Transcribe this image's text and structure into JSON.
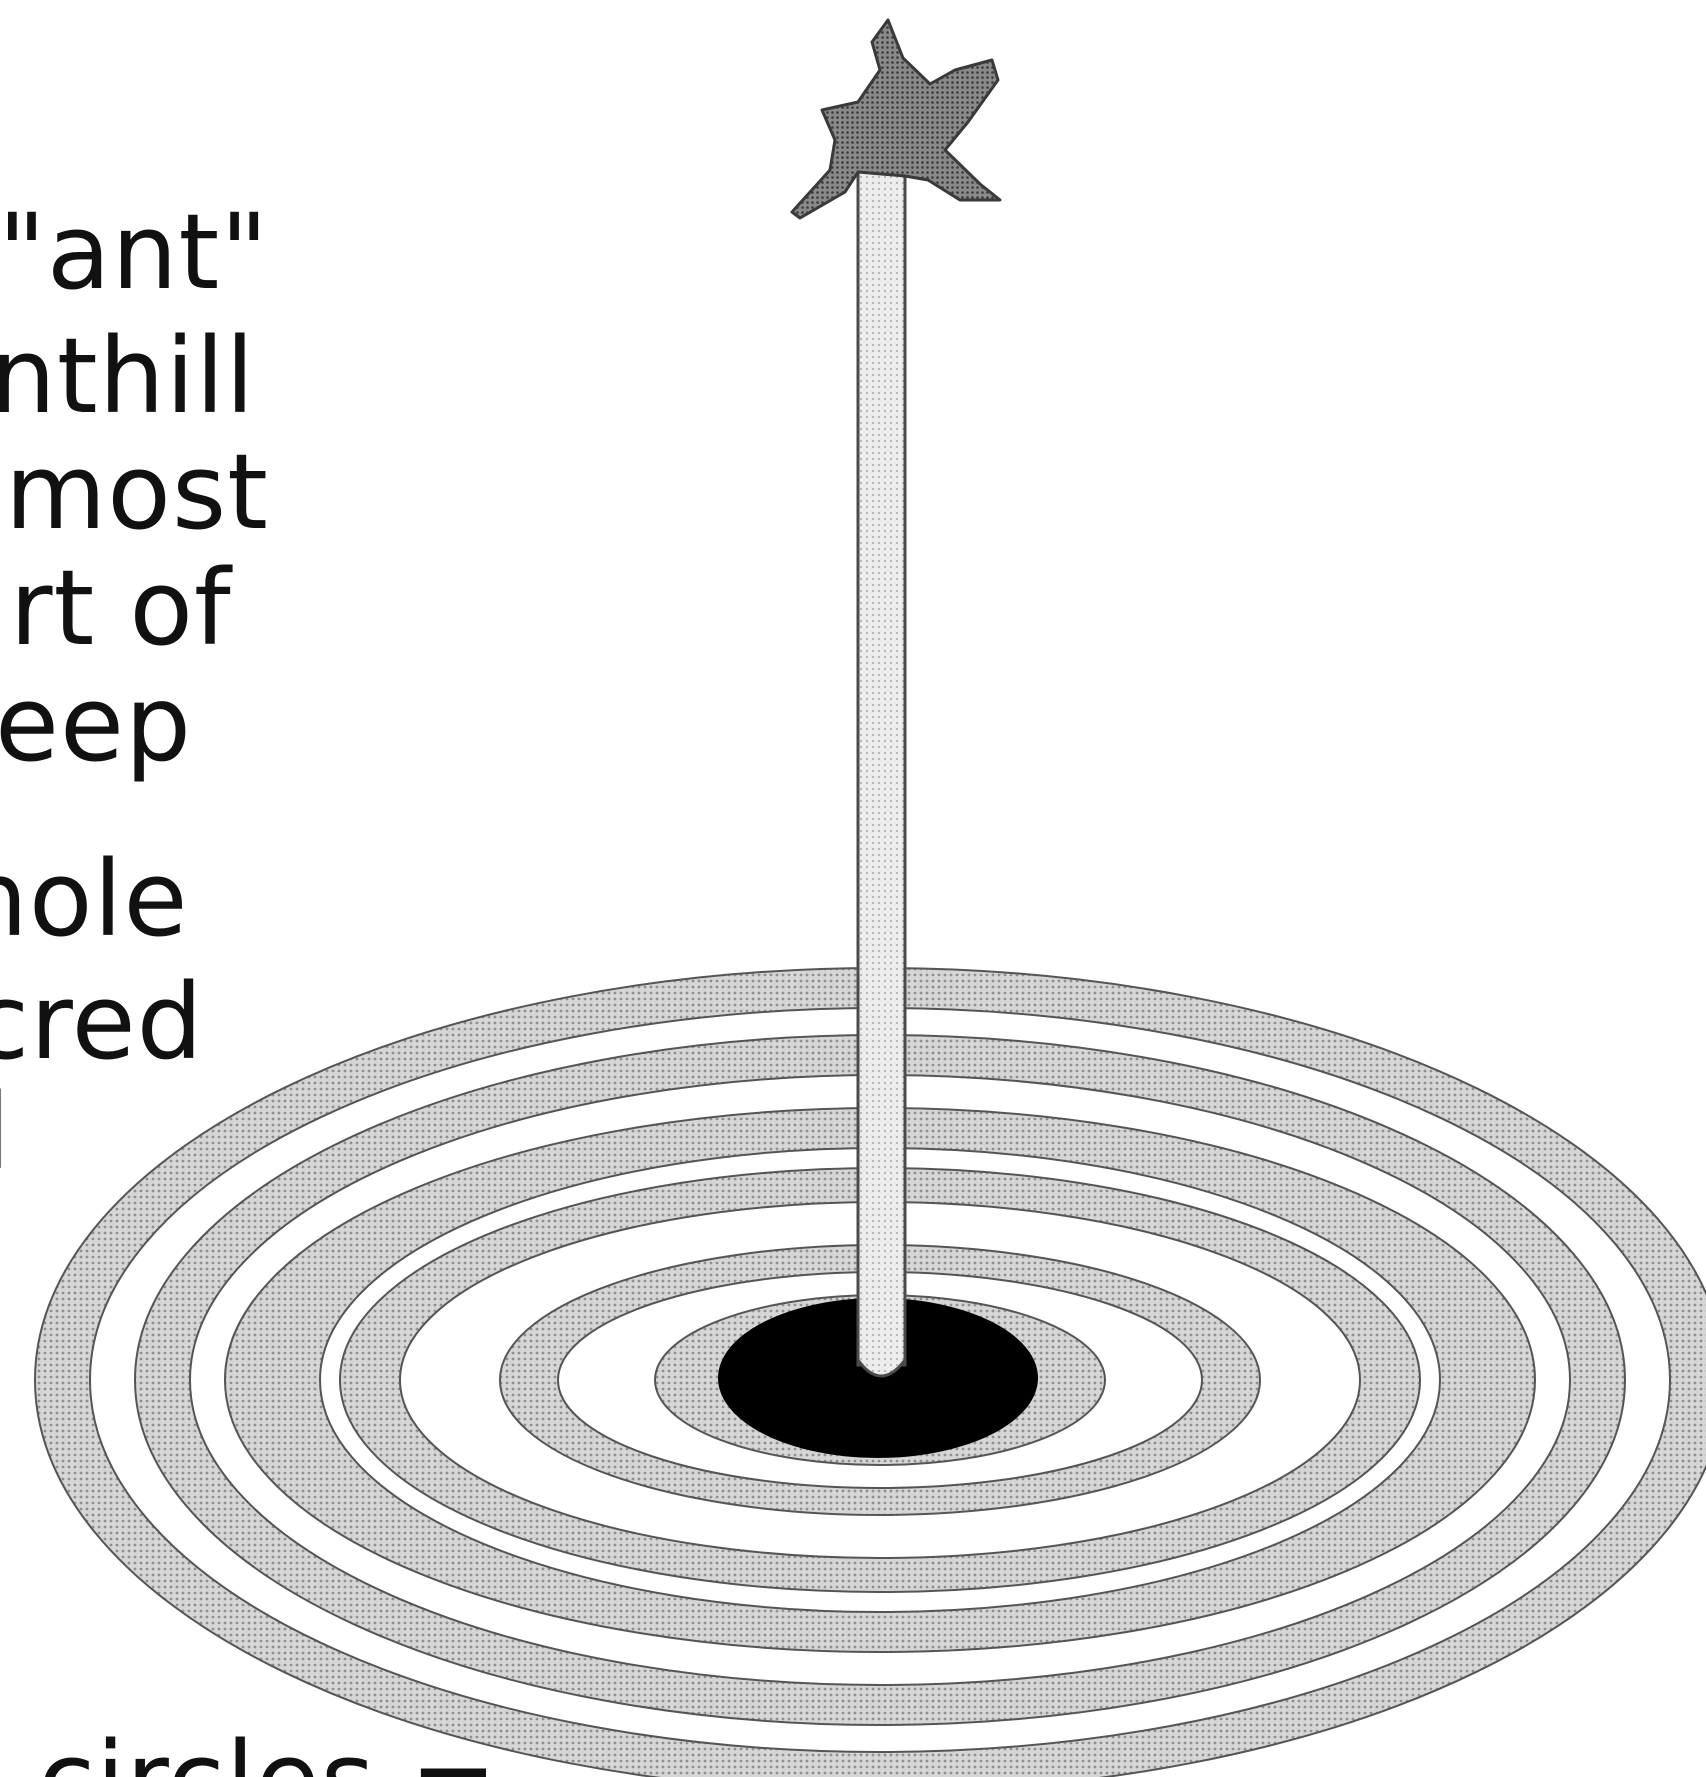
{
  "text_fragments": [
    "\"ant\"",
    "nthill",
    "most",
    "art of",
    "eep",
    "hole",
    "cred",
    "d",
    "circles ="
  ],
  "colors": {
    "background": "#ffffff",
    "ink": "#111111",
    "ring_fill": "#c9c9c9",
    "pole_fill": "#e2e2e2",
    "hole_fill": "#000000",
    "figure_fill": "#7a7a7a"
  },
  "icons": {
    "figure": "person-icon"
  }
}
